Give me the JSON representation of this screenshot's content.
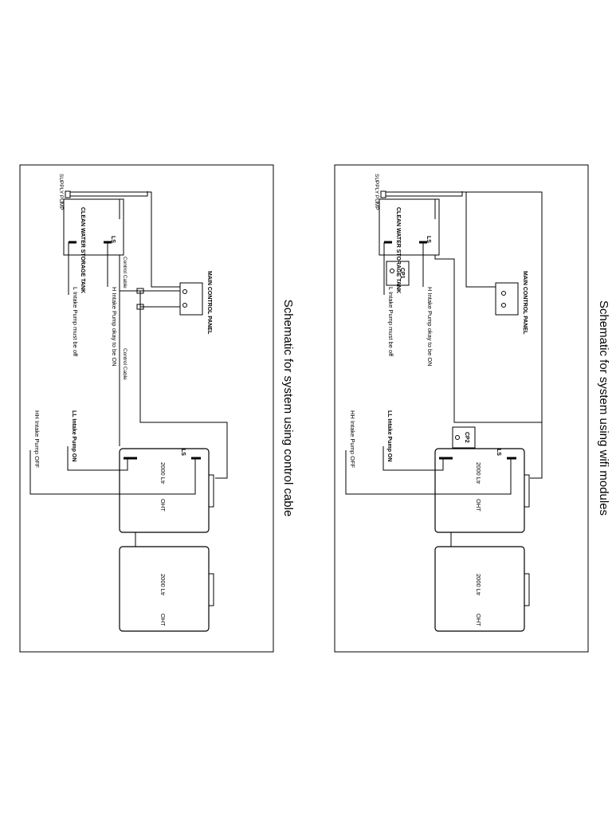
{
  "sheets": [
    {
      "id": "cable",
      "title": "Schematic for system using control cable",
      "main_control_panel": "MAIN CONTROL PANEL",
      "supply_pump": "SUPPLY PUMP",
      "storage_tank": "CLEAN WATER STORAGE TANK",
      "ls_lower": "LS",
      "ls_upper": "LS",
      "h_label": "H Intake Pump okay to be ON",
      "l_label": "L Intake Pump must be off",
      "hh_label": "HH Intake Pump OFF",
      "ll_label": "LL Intake Pump ON",
      "cable_label_1": "Control Cable",
      "cable_label_2": "Control Cable",
      "oht1_capacity": "2000 Ltr",
      "oht1_name": "OHT",
      "oht2_capacity": "2000 Ltr",
      "oht2_name": "OHT"
    },
    {
      "id": "wifi",
      "title": "Schematic for system using wifi modules",
      "main_control_panel": "MAIN CONTROL PANEL",
      "supply_pump": "SUPPLY PUMP",
      "storage_tank": "CLEAN WATER STORAGE TANK",
      "ls_lower": "LS",
      "ls_upper": "LS",
      "cp1": "CP1",
      "cp2": "CP2",
      "h_label": "H Intake Pump okay to be ON",
      "l_label": "L Intake Pump must be off",
      "hh_label": "HH Intake Pump OFF",
      "ll_label": "LL Intake Pump ON",
      "oht1_capacity": "2000 Ltr",
      "oht1_name": "OHT",
      "oht2_capacity": "2000 Ltr",
      "oht2_name": "OHT"
    }
  ]
}
